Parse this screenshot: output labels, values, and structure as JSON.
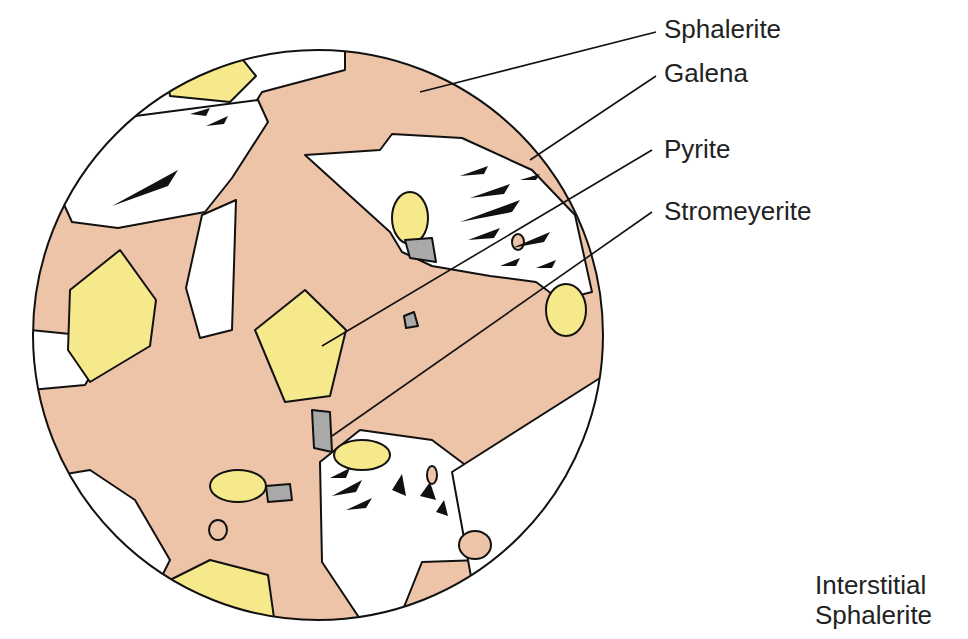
{
  "diagram": {
    "caption": "Interstitial Sphalerite",
    "labels": [
      "Sphalerite",
      "Galena",
      "Pyrite",
      "Stromeyerite"
    ]
  }
}
